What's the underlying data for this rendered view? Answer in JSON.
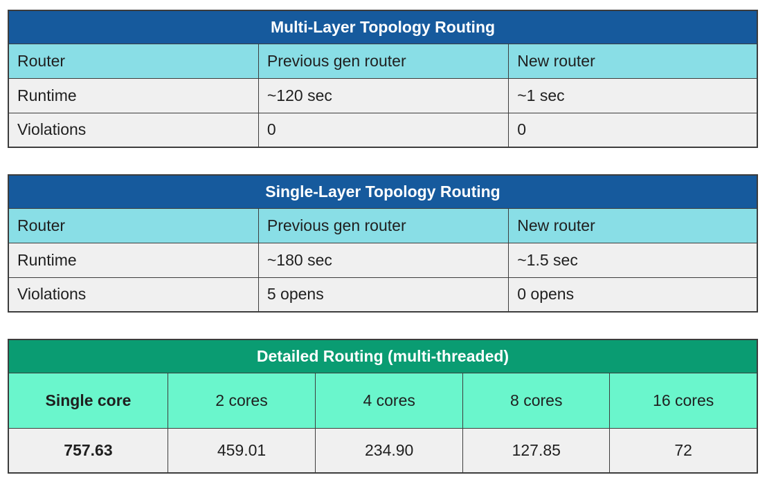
{
  "theme": {
    "blue_header": "#165a9d",
    "green_header": "#0a9c72",
    "cyan_subheader": "#89dee6",
    "mint_subheader": "#6af6cc",
    "row_bg": "#f0f0f0",
    "border": "#3c3c3c",
    "title_text": "#ffffff",
    "cell_text": "#1f1f1f"
  },
  "chart_data": [
    {
      "type": "table",
      "title": "Multi-Layer Topology Routing",
      "columns": [
        "Router",
        "Previous gen router",
        "New router"
      ],
      "rows": [
        [
          "Runtime",
          "~120 sec",
          "~1 sec"
        ],
        [
          "Violations",
          "0",
          "0"
        ]
      ]
    },
    {
      "type": "table",
      "title": "Single-Layer Topology Routing",
      "columns": [
        "Router",
        "Previous gen router",
        "New router"
      ],
      "rows": [
        [
          "Runtime",
          "~180 sec",
          "~1.5 sec"
        ],
        [
          "Violations",
          "5 opens",
          "0 opens"
        ]
      ]
    },
    {
      "type": "table",
      "title": "Detailed Routing (multi-threaded)",
      "columns": [
        "Single core",
        "2 cores",
        "4 cores",
        "8 cores",
        "16 cores"
      ],
      "rows": [
        [
          "757.63",
          "459.01",
          "234.90",
          "127.85",
          "72"
        ]
      ],
      "numeric_values": [
        757.63,
        459.01,
        234.9,
        127.85,
        72
      ]
    }
  ]
}
